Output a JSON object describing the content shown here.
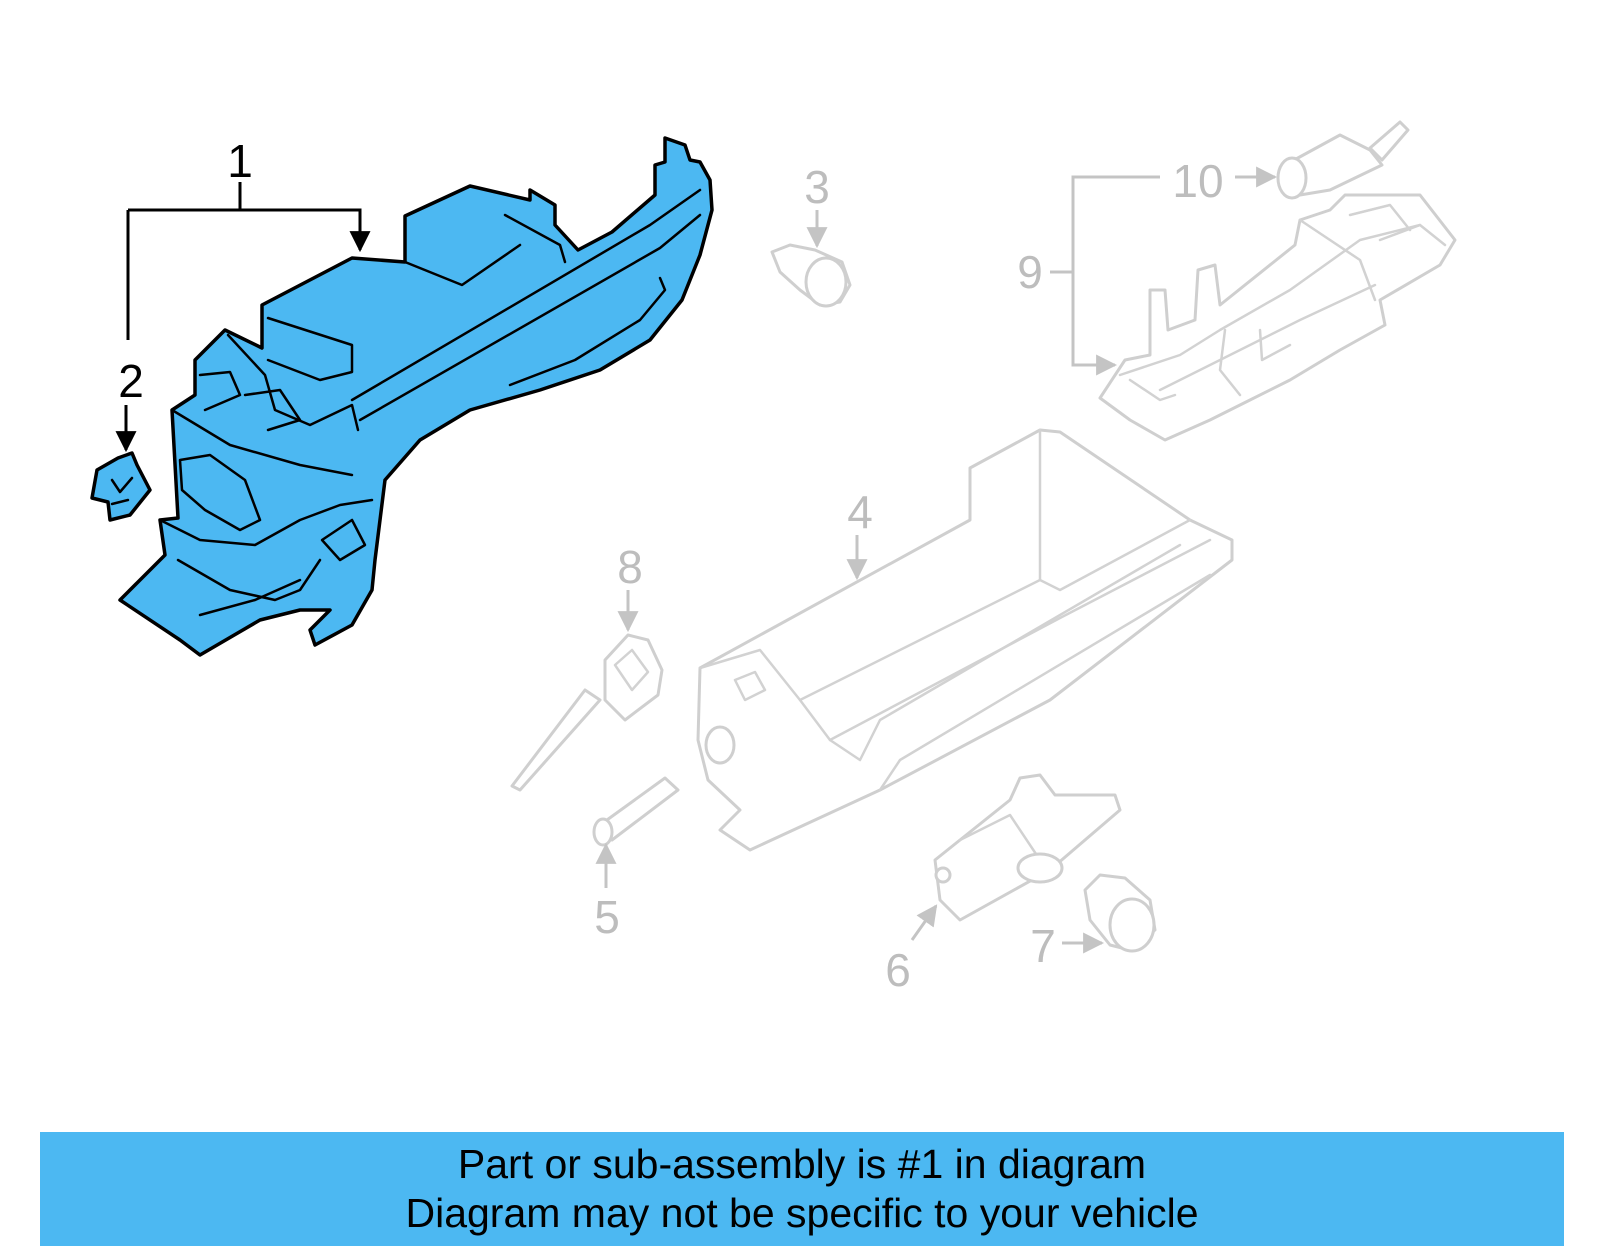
{
  "diagram": {
    "callouts": [
      {
        "id": "1",
        "label": "1",
        "highlighted": true
      },
      {
        "id": "2",
        "label": "2",
        "highlighted": true
      },
      {
        "id": "3",
        "label": "3",
        "highlighted": false
      },
      {
        "id": "4",
        "label": "4",
        "highlighted": false
      },
      {
        "id": "5",
        "label": "5",
        "highlighted": false
      },
      {
        "id": "6",
        "label": "6",
        "highlighted": false
      },
      {
        "id": "7",
        "label": "7",
        "highlighted": false
      },
      {
        "id": "8",
        "label": "8",
        "highlighted": false
      },
      {
        "id": "9",
        "label": "9",
        "highlighted": false
      },
      {
        "id": "10",
        "label": "10",
        "highlighted": false
      }
    ],
    "colors": {
      "highlight": "#4cb8f2",
      "active_line": "#000000",
      "inactive_line": "#c4c4c4"
    }
  },
  "banner": {
    "line1": "Part or sub-assembly is #1 in diagram",
    "line2": "Diagram may not be specific to your vehicle"
  }
}
